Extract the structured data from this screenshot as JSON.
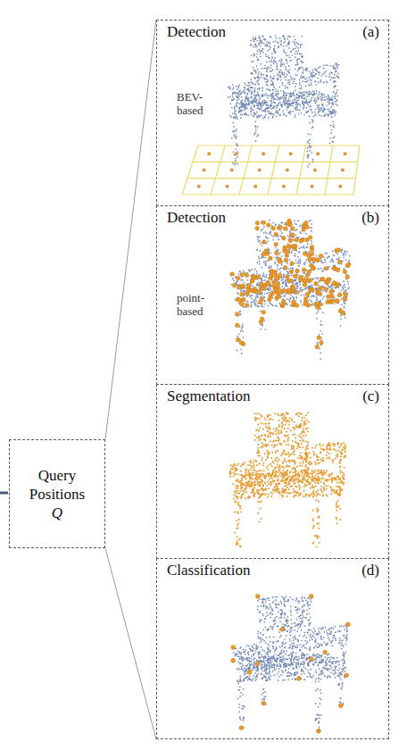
{
  "diagram": {
    "nodes": [
      {
        "text": [
          "Query Positions",
          "Q"
        ]
      },
      {
        "text": [
          "Detection",
          "(a)",
          "BEV- based"
        ]
      },
      {
        "text": [
          "Detection",
          "(b)",
          "point- based"
        ]
      },
      {
        "text": [
          "Segmentation",
          "(c)"
        ]
      },
      {
        "text": [
          "Classification",
          "(d)"
        ]
      }
    ]
  }
}
